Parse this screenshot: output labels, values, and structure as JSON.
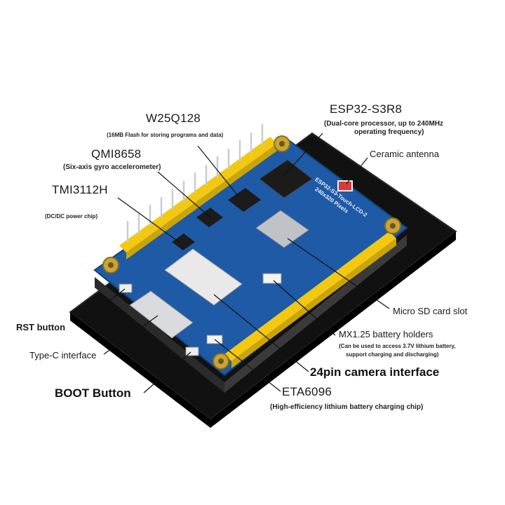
{
  "board_silkscreen": {
    "line1": "ESP32-S3-Touch-LCD-2",
    "line2": "240x320 Pixels"
  },
  "labels": {
    "w25q128": {
      "title": "W25Q128",
      "desc": "(16MB Flash for storing programs and data)"
    },
    "esp32": {
      "title": "ESP32-S3R8",
      "desc1": "(Dual-core processor, up to 240MHz",
      "desc2": "operating frequency)"
    },
    "antenna": {
      "title": "Ceramic antenna"
    },
    "qmi8658": {
      "title": "QMI8658",
      "desc": "(Six-axis gyro accelerometer)"
    },
    "tmi3112h": {
      "title": "TMI3112H",
      "desc": "(DC/DC power chip)"
    },
    "sd_slot": {
      "title": "Micro SD card slot"
    },
    "rst": {
      "title": "RST button"
    },
    "mx125": {
      "title": "MX1.25 battery holders",
      "desc1": "(Can be used to access 3.7V lithium battery,",
      "desc2": "support charging and discharging)"
    },
    "typec": {
      "title": "Type-C interface"
    },
    "camera": {
      "title": "24pin camera interface"
    },
    "boot": {
      "title": "BOOT Button"
    },
    "eta6096": {
      "title": "ETA6096",
      "desc": "(High-efficiency lithium battery charging chip)"
    }
  },
  "colors": {
    "pcb": "#1e5aa6",
    "pcb_dark": "#15447f",
    "header": "#f2c811",
    "pin": "#c9ccd1",
    "screen": "#111111",
    "gold": "#c9a437"
  }
}
